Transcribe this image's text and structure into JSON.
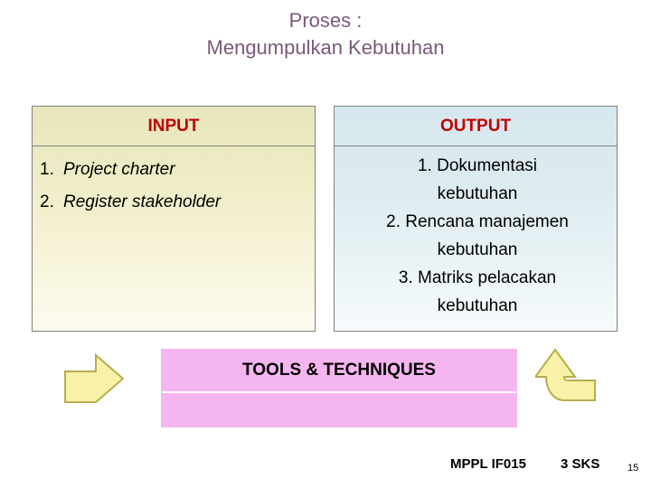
{
  "slide": {
    "title": "Proses :\nMengumpulkan Kebutuhan",
    "input": {
      "header": "INPUT",
      "items": [
        {
          "num": "1.",
          "text": "Project charter"
        },
        {
          "num": "2.",
          "text": "Register stakeholder"
        }
      ]
    },
    "output": {
      "header": "OUTPUT",
      "items": [
        {
          "line1": "1. Dokumentasi",
          "line2": "kebutuhan"
        },
        {
          "line1": "2. Rencana manajemen",
          "line2": "kebutuhan"
        },
        {
          "line1": "3. Matriks pelacakan",
          "line2": "kebutuhan"
        }
      ]
    },
    "tools": {
      "label": "TOOLS & TECHNIQUES"
    },
    "footer": {
      "course": "MPPL IF015",
      "credits": "3 SKS",
      "page": "15"
    },
    "colors": {
      "title": "#7a5a7a",
      "header_text": "#c00000",
      "input_bg": "#efecc8",
      "output_bg": "#dceaf0",
      "tools_bg": "#f5b6f0",
      "arrow_fill": "#f7f2a8",
      "arrow_stroke": "#b5ae4e"
    }
  }
}
